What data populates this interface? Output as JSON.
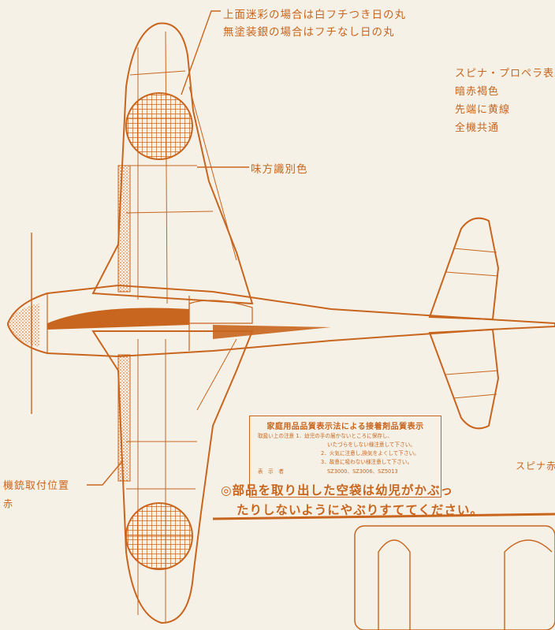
{
  "callouts": {
    "roundel_line1": "上面迷彩の場合は白フチつき日の丸",
    "roundel_line2": "無塗装銀の場合はフチなし日の丸",
    "spinner_lines": [
      "スピナ・プロペラ表裏",
      "暗赤褐色",
      "先端に黄線",
      "全機共通"
    ],
    "id_color": "味方識別色",
    "gun_position": "機銃取付位置",
    "gun_color": "赤",
    "spinner_red": "スピナ赤"
  },
  "warning_box": {
    "title": "家庭用品品質表示法による接着剤品質表示",
    "lines": [
      "取扱い上の注意 1．幼児の手の届かないところに保存し、",
      "いたづらをしない様注意して下さい。",
      "2．火気に注意し,換気をよくして下さい。",
      "3．故意に吸わない様注意して下さい。"
    ],
    "maker_label": "表　示　者",
    "maker_value": "SZ3000、SZ3006、SZ5013"
  },
  "bag_notice": {
    "line1": "◎部品を取り出した空袋は幼児がかぶっ",
    "line2": "たりしないようにやぶりすててください。"
  },
  "colors": {
    "ink": "#c8651e",
    "paper": "#f6f1e6"
  }
}
